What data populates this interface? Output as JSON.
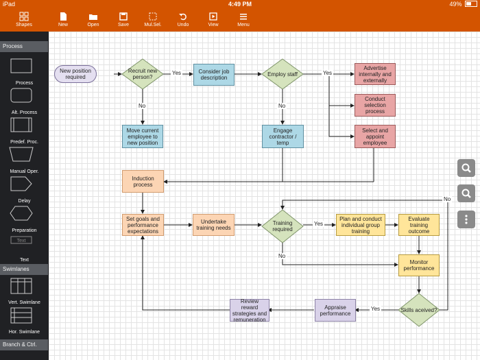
{
  "status_bar": {
    "device": "iPad",
    "time": "4:49 PM",
    "battery": "49%"
  },
  "toolbar": {
    "shapes": "Shapes",
    "new": "New",
    "open": "Open",
    "save": "Save",
    "multi_select": "Mul.Sel.",
    "undo": "Undo",
    "view": "View",
    "menu": "Menu"
  },
  "sidebar": {
    "sections": {
      "process": "Process",
      "swimlanes": "Swimlanes",
      "branch": "Branch & Ctrl."
    },
    "items": {
      "process": "Process",
      "alt_process": "Alt. Process",
      "predef_proc": "Predef. Proc.",
      "manual_oper": "Manual Oper.",
      "delay": "Delay",
      "preparation": "Preparation",
      "text_shape": "Text",
      "text": "Text",
      "vert_swimlane": "Vert. Swimlane",
      "hor_swimlane": "Hor. Swimlane"
    }
  },
  "flowchart": {
    "nodes": {
      "new_position": "New position required",
      "recruit": "Recruit new person?",
      "consider_job": "Consider job description",
      "employ_staff": "Employ staff",
      "advertise": "Advertise internally and externally",
      "conduct_selection": "Conduct selection process",
      "select_appoint": "Select and appoint employee",
      "move_current": "Move current employee to new position",
      "engage_contractor": "Engage contractor / temp",
      "induction": "Induction process",
      "set_goals": "Set goals and performance expectations",
      "undertake_training": "Undertake training needs",
      "training_required": "Training required",
      "plan_training": "Plan and conduct individual group training",
      "evaluate_training": "Evaluate training outcome",
      "monitor_performance": "Monitor performance",
      "skills_achieved": "Skills aceived?",
      "appraise_performance": "Appraise performance",
      "review_reward": "Review reward strategies and remuneration"
    },
    "labels": {
      "yes_recruit": "Yes",
      "no_recruit": "No",
      "yes_employ": "Yes",
      "no_employ": "No",
      "yes_training": "Yes",
      "no_training": "No",
      "yes_skills": "Yes",
      "no_skills": "No"
    }
  },
  "colors": {
    "accent": "#d35400",
    "sidebar_bg": "#202124",
    "section_bg": "#5a5d62",
    "blue": "#add8e6",
    "red": "#e8a5a5",
    "orange": "#fcd5b4",
    "yellow": "#ffe59a",
    "purple": "#d9d2e9",
    "diamond": "#d5e3bd"
  }
}
